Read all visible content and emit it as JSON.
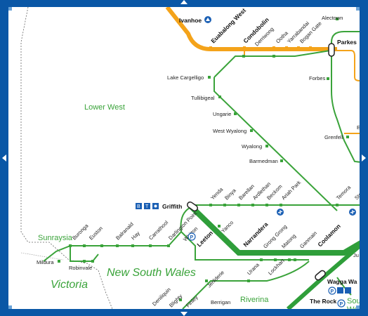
{
  "colors": {
    "frame": "#0a57a6",
    "green_line": "#3aa33a",
    "thick_green": "#2f9e3a",
    "orange_line": "#f4a31a",
    "station_dot": "#3aa33a",
    "text": "#222222",
    "region_text": "#3aa33a"
  },
  "regions": {
    "lower_west": "Lower West",
    "sunraysia": "Sunraysia",
    "nsw": "New South Wales",
    "victoria": "Victoria",
    "riverina": "Riverina",
    "south_west": "Sou",
    "south_west_2": "We"
  },
  "stations": {
    "ivanhoe": "Ivanhoe",
    "euabalong_west": "Euabalong West",
    "condobolin": "Condobolin",
    "derriwong": "Derriwong",
    "ootha": "Ootha",
    "yarrabandai": "Yarrabandai",
    "bogan_gate": "Bogan Gate",
    "alectown": "Alectown",
    "parkes": "Parkes",
    "lake_cargelligo": "Lake Cargelligo",
    "tullibigeal": "Tullibigeal",
    "ungarie": "Ungarie",
    "west_wyalong": "West Wyalong",
    "wyalong": "Wyalong",
    "barmedman": "Barmedman",
    "forbes": "Forbes",
    "grenfell": "Grenfell",
    "griffith": "Griffith",
    "yenda": "Yenda",
    "binya": "Binya",
    "barellan": "Barellan",
    "ardlethan": "Ardlethan",
    "beckom": "Beckom",
    "ariah_park": "Ariah Park",
    "temora": "Temora",
    "stockinbingal": "Stock",
    "yanco": "Yanco",
    "whitton": "Whitton",
    "leeton": "Leeton",
    "narrandera": "Narrandera",
    "grong_grong": "Grong Grong",
    "matong": "Matong",
    "ganmain": "Ganmain",
    "coolamon": "Coolamon",
    "junee": "Ju",
    "wagga_wagga": "Wagga Wa",
    "the_rock": "The Rock",
    "urana": "Urana",
    "lockhart": "Lockhart",
    "jerilderie": "Jerilderie",
    "berrigan": "Berrigan",
    "finley": "Finley",
    "blighty": "Blighty",
    "deniliquin": "Deniliquin",
    "darlington_point": "Darlington Point",
    "carrathool": "Carrathool",
    "hay": "Hay",
    "balranald": "Balranald",
    "euston": "Euston",
    "buronga": "Buronga",
    "mildura": "Mildura",
    "robinvale": "Robinvale",
    "e_cut": "E"
  },
  "icons": {
    "nav_up": "chevron-up-icon",
    "nav_down": "chevron-down-icon",
    "nav_left": "chevron-left-icon",
    "nav_right": "chevron-right-icon",
    "train": "train-icon",
    "coach": "coach-icon",
    "parking": "parking-icon",
    "accessible": "wheelchair-icon",
    "airport": "airport-icon"
  },
  "icon_labels": {
    "p": "P",
    "train": "T",
    "coach": "B"
  }
}
